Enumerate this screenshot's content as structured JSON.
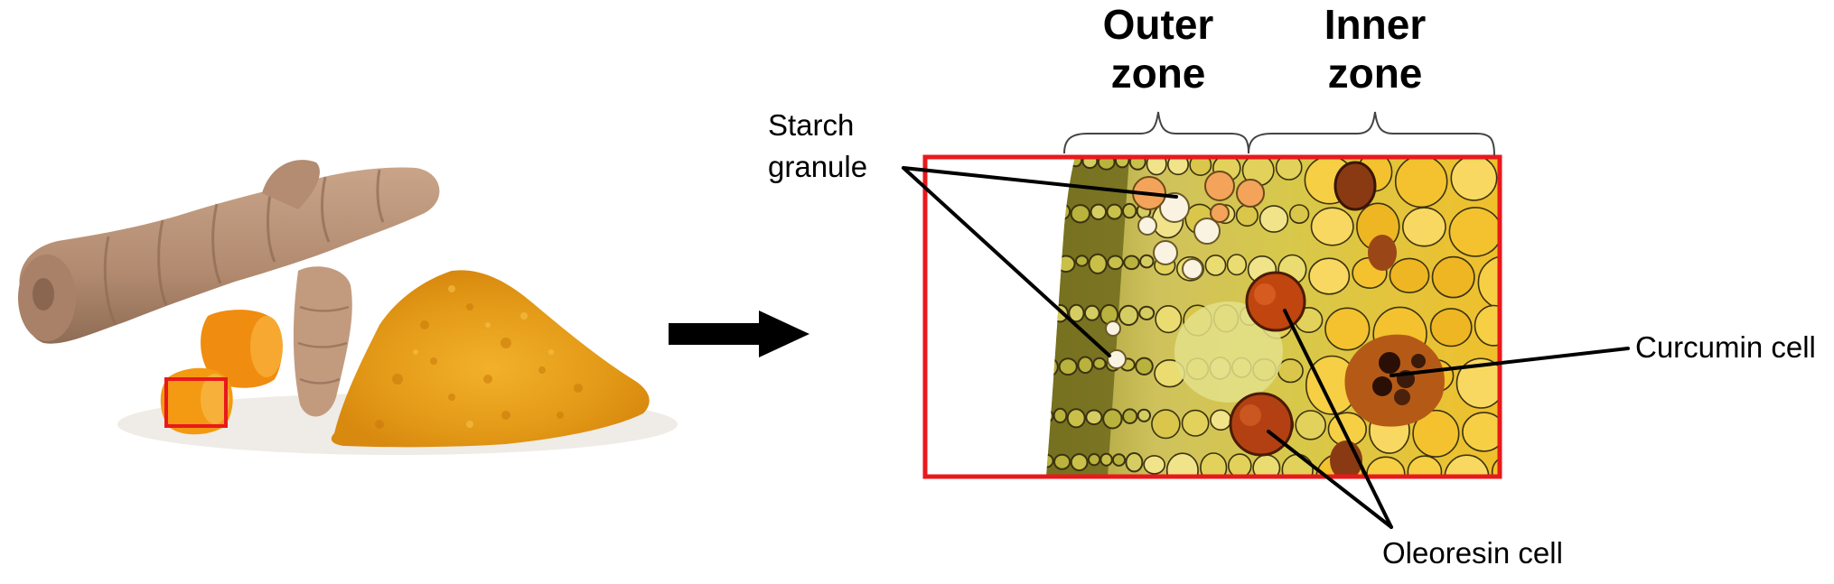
{
  "figure": {
    "zones": [
      {
        "line1": "Outer",
        "line2": "zone"
      },
      {
        "line1": "Inner",
        "line2": "zone"
      }
    ],
    "labels": {
      "starch_line1": "Starch",
      "starch_line2": "granule",
      "curcumin": "Curcumin cell",
      "oleoresin": "Oleoresin cell"
    },
    "colors": {
      "highlight_frame": "#e8191c",
      "arrow": "#000000",
      "rhizome_skin": "#b79076",
      "turmeric_flesh": "#f39a12",
      "turmeric_powder": "#e9a21a",
      "tissue_outer": "#b5ad3a",
      "tissue_inner": "#eebb2a",
      "oleoresin": "#c24a14",
      "curcumin": "#3a1a0a"
    },
    "icons": {
      "rhizome": "turmeric-rhizome-photo",
      "powder": "turmeric-powder-photo",
      "arrow": "right-arrow-icon"
    }
  }
}
